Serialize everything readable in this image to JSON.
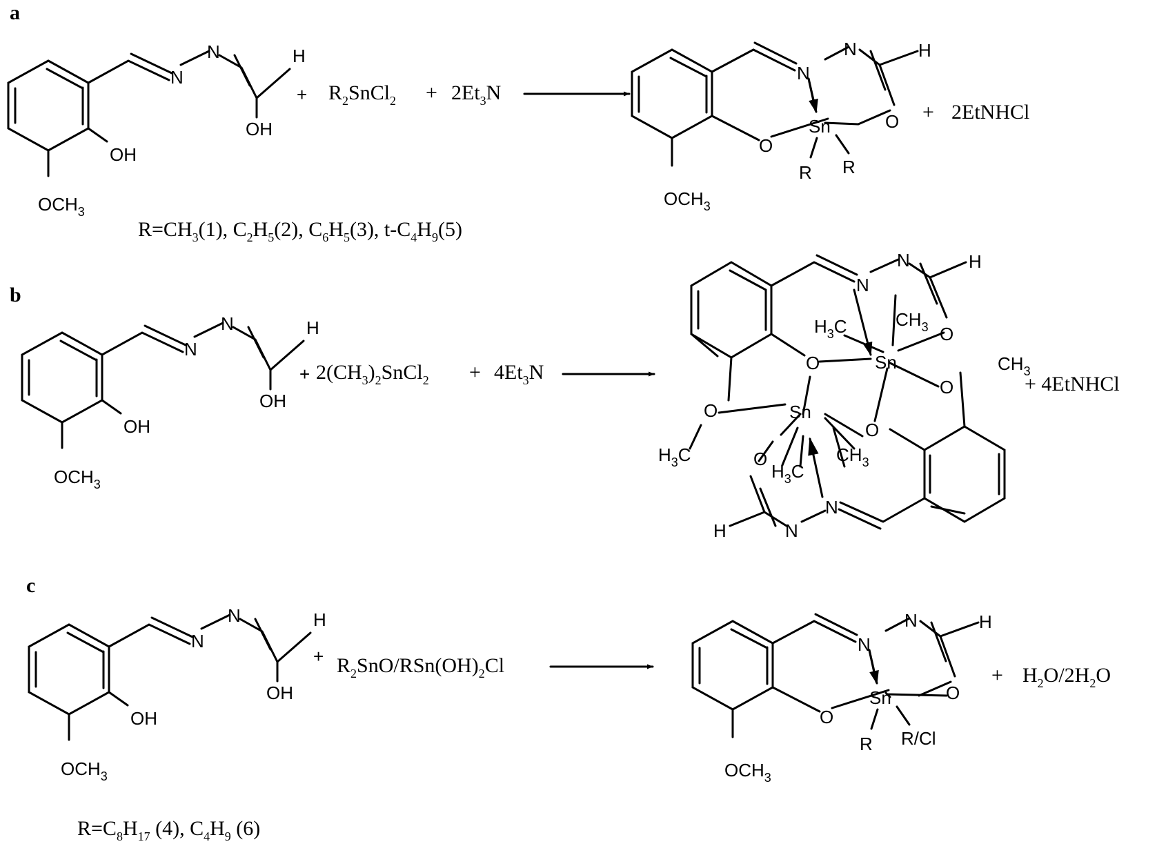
{
  "labels": {
    "a": "a",
    "b": "b",
    "c": "c"
  },
  "atoms": {
    "N": "N",
    "H": "H",
    "OH": "OH",
    "O": "O",
    "Sn": "Sn",
    "R": "R",
    "OCH": "OCH",
    "sub3": "3",
    "CH": "CH",
    "HC": "H",
    "C": "C",
    "RCl": "R/Cl"
  },
  "reaction_a": {
    "plus": "+",
    "reagent1": [
      "R",
      "2",
      "SnCl",
      "2"
    ],
    "reagent2": [
      "2Et",
      "3",
      "N"
    ],
    "byproduct": "2EtNHCl",
    "r_note": [
      "R=CH",
      "3",
      "(1), C",
      "2",
      "H",
      "5",
      "(2), C",
      "6",
      "H",
      "5",
      "(3), t-C",
      "4",
      "H",
      "9",
      "(5)"
    ]
  },
  "reaction_b": {
    "plus": "+",
    "reagent1": [
      "2(CH",
      "3",
      ")",
      "2",
      "SnCl",
      "2"
    ],
    "reagent2": [
      "4Et",
      "3",
      "N"
    ],
    "byproduct": "+ 4EtNHCl"
  },
  "reaction_c": {
    "plus": "+",
    "reagent1": [
      "R",
      "2",
      "SnO/RSn(OH)",
      "2",
      "Cl"
    ],
    "byproduct": [
      "H",
      "2",
      "O/2H",
      "2",
      "O"
    ],
    "r_note": [
      "R=C",
      "8",
      "H",
      "17",
      " (4), C",
      "4",
      "H",
      "9",
      " (6)"
    ]
  }
}
